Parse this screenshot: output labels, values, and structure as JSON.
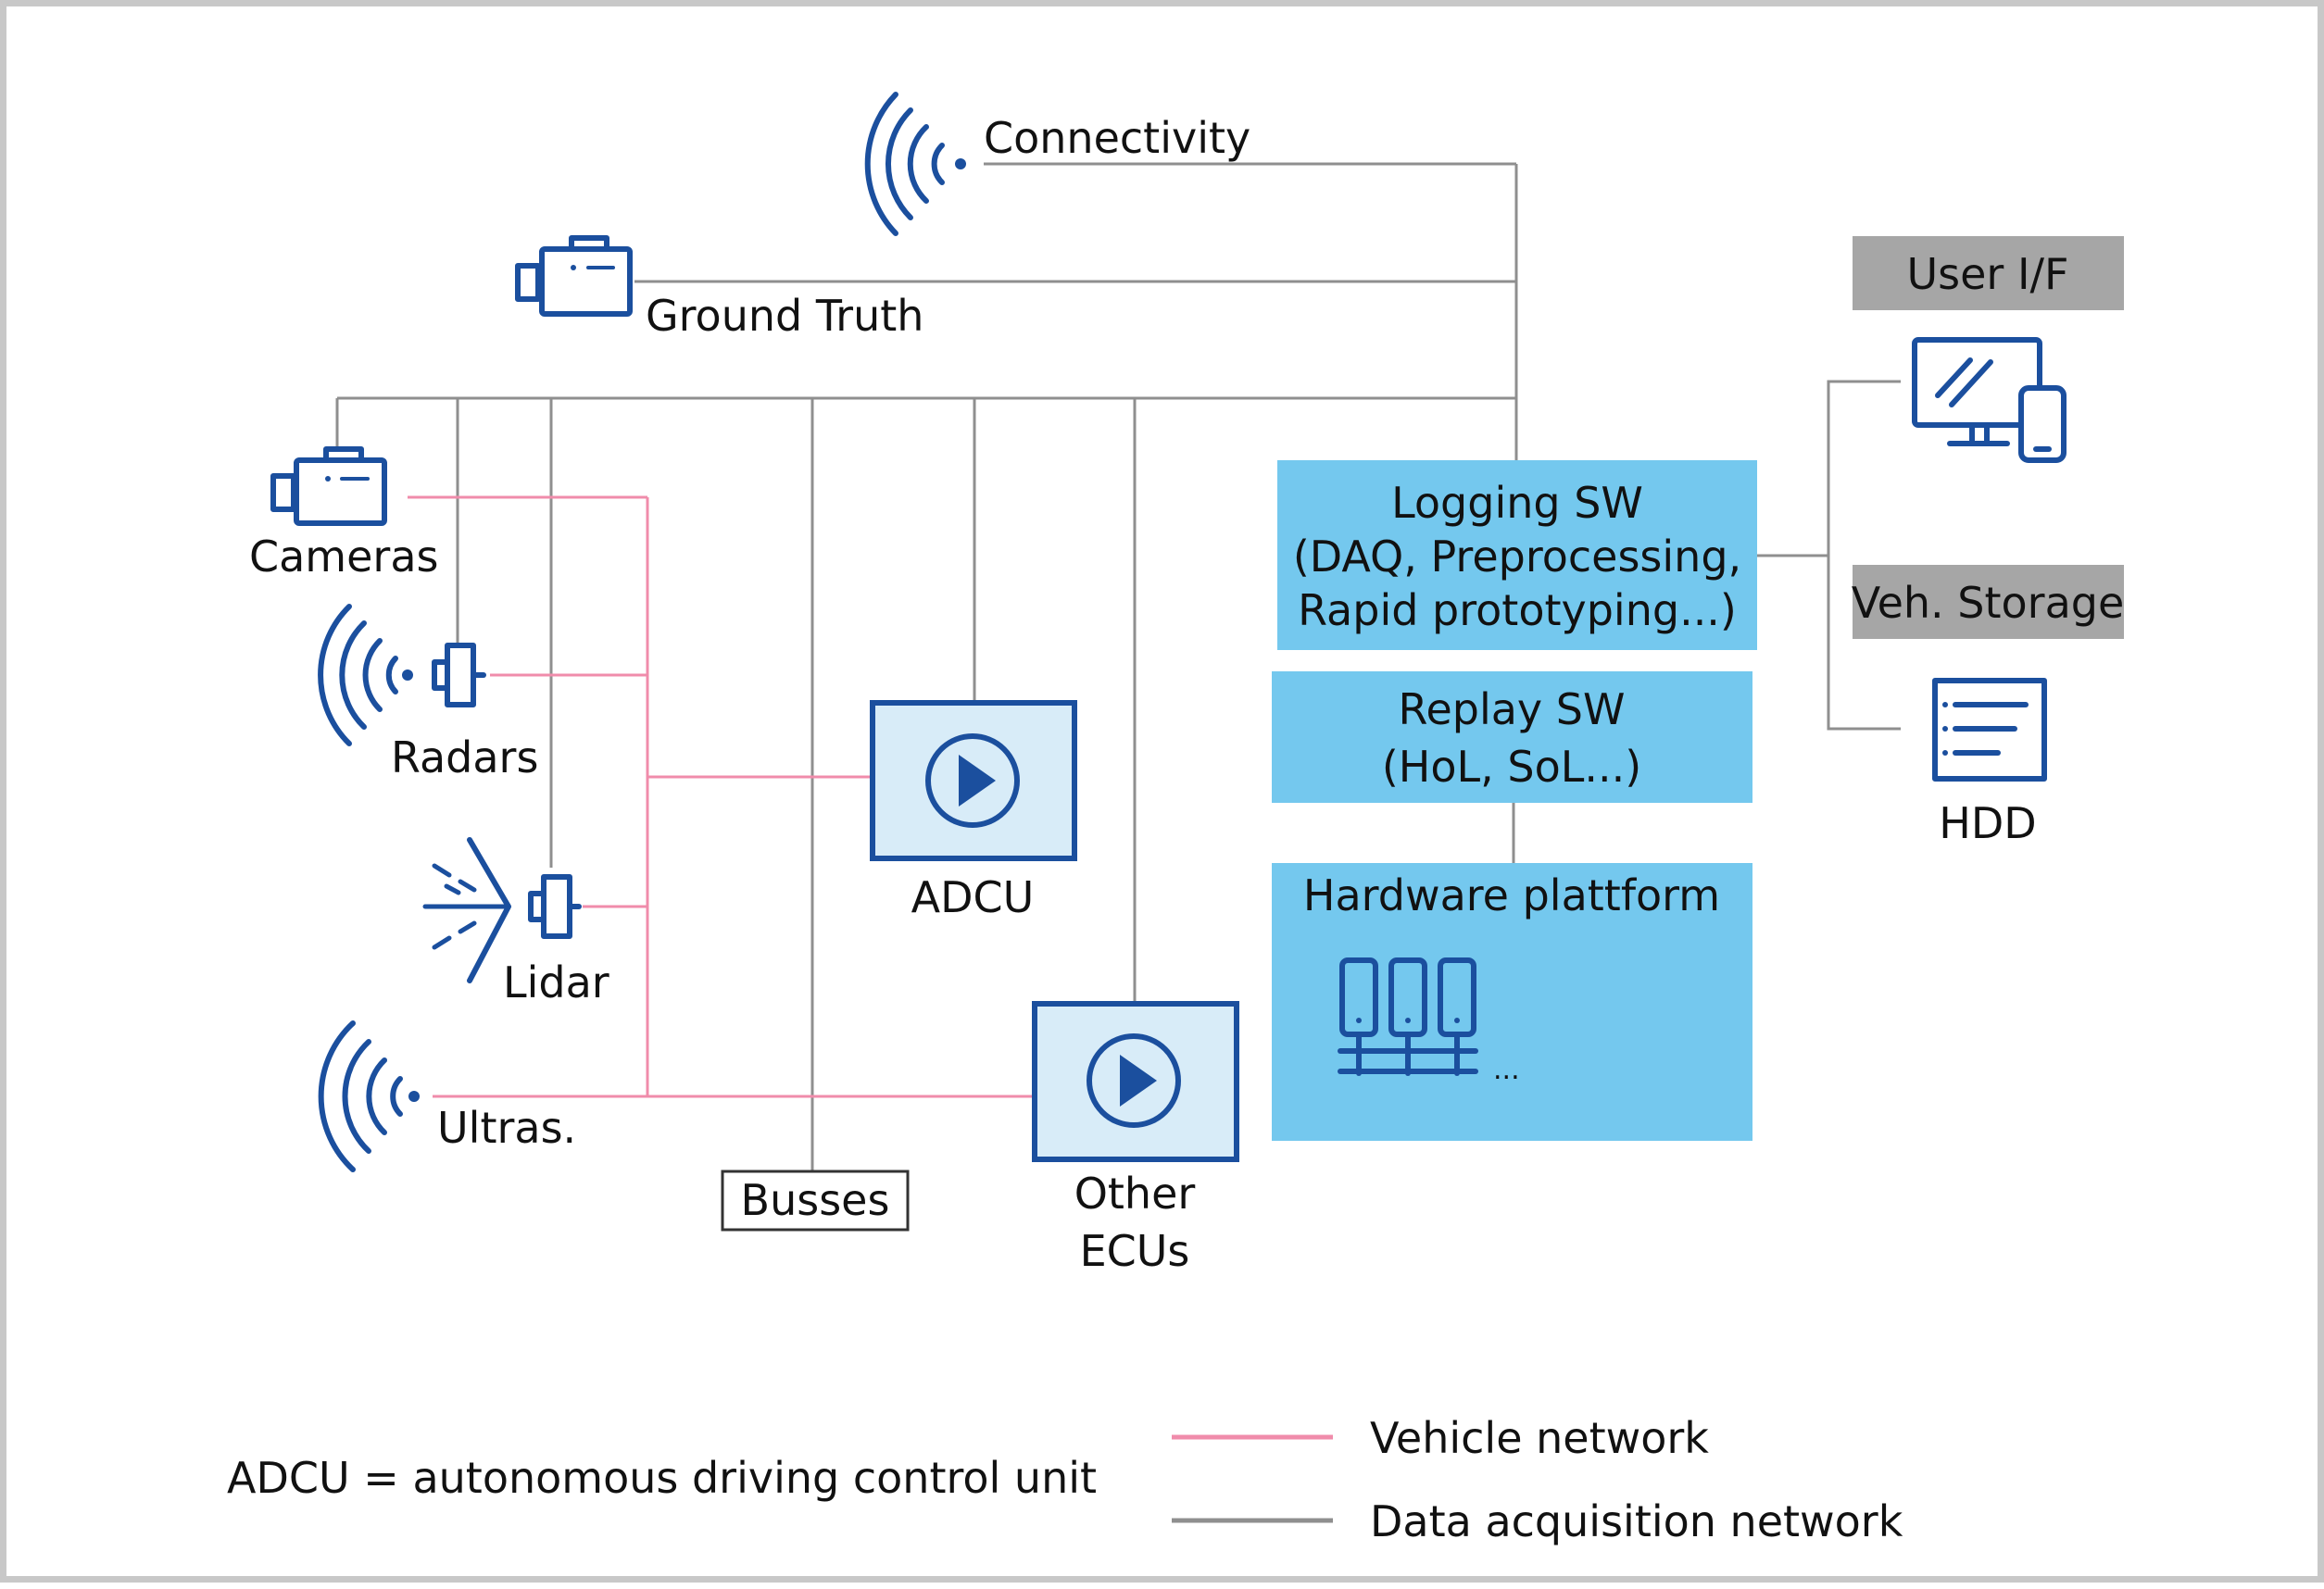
{
  "labels": {
    "connectivity": "Connectivity",
    "ground_truth": "Ground Truth",
    "cameras": "Cameras",
    "radars": "Radars",
    "lidar": "Lidar",
    "ultras": "Ultras.",
    "busses": "Busses",
    "adcu": "ADCU",
    "other_ecus_line1": "Other",
    "other_ecus_line2": "ECUs",
    "logging_line1": "Logging SW",
    "logging_line2": "(DAQ, Preprocessing,",
    "logging_line3": "Rapid prototyping...)",
    "replay_line1": "Replay SW",
    "replay_line2": "(HoL, SoL...)",
    "hardware": "Hardware plattform",
    "hardware_more": "...",
    "user_if": "User I/F",
    "veh_storage": "Veh. Storage",
    "hdd": "HDD"
  },
  "legend": {
    "vehicle_network": "Vehicle network",
    "data_acquisition_network": "Data acquisition network",
    "abbreviation_note": "ADCU = autonomous driving control unit"
  },
  "colors": {
    "box_blue": "#74c8ee",
    "box_dark_blue": "#1b4f9e",
    "adcu_fill": "#d8ecf8",
    "grey_label_box": "#a6a6a6",
    "vehicle_network": "#f08cab",
    "data_acquisition_network": "#8f8f8f"
  }
}
